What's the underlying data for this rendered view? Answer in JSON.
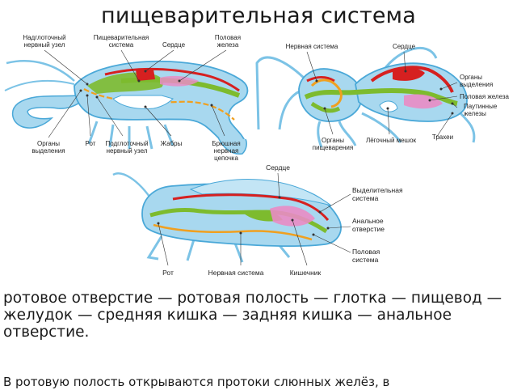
{
  "title": "пищеварительная система",
  "crayfish": {
    "labels": {
      "supra_ganglion": [
        "Надглоточный",
        "нервный узел"
      ],
      "digestive": [
        "Пищеварительная",
        "система"
      ],
      "heart": "Сердце",
      "gonad": [
        "Половая",
        "железа"
      ],
      "excretory": [
        "Органы",
        "выделения"
      ],
      "mouth": "Рот",
      "sub_ganglion": [
        "Подглоточный",
        "нервный узел"
      ],
      "gills": "Жабры",
      "nerve_chain": [
        "Брюшная",
        "нервная",
        "цепочка"
      ]
    }
  },
  "spider": {
    "labels": {
      "nervous": "Нервная система",
      "heart": "Сердце",
      "excretory": [
        "Органы",
        "выделения"
      ],
      "gonad": "Половая железа",
      "spinning": [
        "Паутинные",
        "железы"
      ],
      "digestive": [
        "Органы",
        "пищеварения"
      ],
      "lung": "Лёгочный мешок",
      "trachea": "Трахеи"
    }
  },
  "insect": {
    "labels": {
      "heart": "Сердце",
      "excretory": [
        "Выделительная",
        "система"
      ],
      "anus": [
        "Анальное",
        "отверстие"
      ],
      "gonad": [
        "Половая",
        "система"
      ],
      "mouth": "Рот",
      "nervous": "Нервная система",
      "intestine": "Кишечник"
    }
  },
  "text": {
    "sequence": "ротовое отверстие — ротовая полость — глотка — пищевод — желудок — средняя кишка — задняя кишка — анальное отверстие.",
    "paragraph": "В ротовую полость открываются протоки слюнных желёз, в"
  },
  "colors": {
    "body": "#a8d8ef",
    "outline": "#4aa8d8",
    "digestive": "#7dbb2e",
    "heart": "#d62020",
    "nerve": "#f0a020",
    "gonad": "#e98cc4"
  }
}
